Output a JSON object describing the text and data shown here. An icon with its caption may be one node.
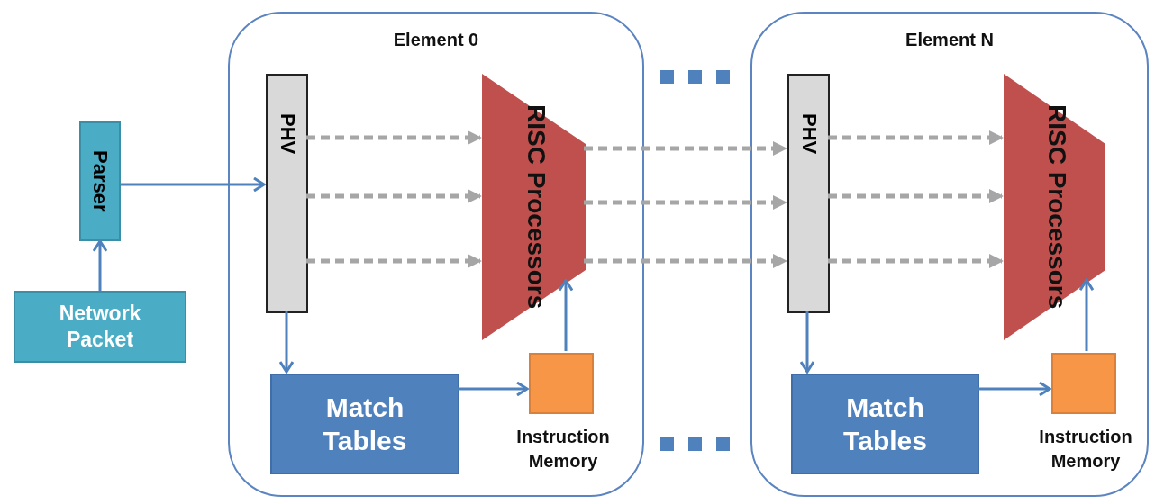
{
  "diagram": {
    "nodes": [
      {
        "text": [
          "Network Packet"
        ]
      },
      {
        "text": [
          "Parser"
        ]
      },
      {
        "text": [
          "Element 0"
        ]
      },
      {
        "text": [
          "PHV"
        ],
        "in": 2
      },
      {
        "text": [
          "RISC Processors"
        ],
        "in": 2
      },
      {
        "text": [
          "Match Tables"
        ],
        "in": 2
      },
      {
        "text": [
          "Instruction Memory"
        ],
        "in": 2
      },
      {
        "text": [
          "Element N"
        ]
      },
      {
        "text": [
          "PHV"
        ],
        "in": 7
      },
      {
        "text": [
          "RISC Processors"
        ],
        "in": 7
      },
      {
        "text": [
          "Match Tables"
        ],
        "in": 7
      },
      {
        "text": [
          "Instruction Memory"
        ],
        "in": 7
      }
    ],
    "edges": [
      {
        "from": 0,
        "to": 1,
        "arrow": "to"
      },
      {
        "from": 1,
        "to": 3,
        "arrow": "to"
      },
      {
        "from": 3,
        "to": 4,
        "arrow": "to",
        "style": "dashed",
        "color": "#a6a6a6"
      },
      {
        "from": 3,
        "to": 4,
        "arrow": "to",
        "style": "dashed",
        "color": "#a6a6a6"
      },
      {
        "from": 3,
        "to": 4,
        "arrow": "to",
        "style": "dashed",
        "color": "#a6a6a6"
      },
      {
        "from": 3,
        "to": 5,
        "arrow": "to"
      },
      {
        "from": 5,
        "to": 6,
        "arrow": "to"
      },
      {
        "from": 6,
        "to": 4,
        "arrow": "to"
      },
      {
        "from": 4,
        "to": 8,
        "arrow": "to",
        "style": "dashed",
        "color": "#a6a6a6"
      },
      {
        "from": 4,
        "to": 8,
        "arrow": "to",
        "style": "dashed",
        "color": "#a6a6a6"
      },
      {
        "from": 4,
        "to": 8,
        "arrow": "to",
        "style": "dashed",
        "color": "#a6a6a6"
      },
      {
        "from": 8,
        "to": 9,
        "arrow": "to",
        "style": "dashed",
        "color": "#a6a6a6"
      },
      {
        "from": 8,
        "to": 9,
        "arrow": "to",
        "style": "dashed",
        "color": "#a6a6a6"
      },
      {
        "from": 8,
        "to": 9,
        "arrow": "to",
        "style": "dashed",
        "color": "#a6a6a6"
      },
      {
        "from": 8,
        "to": 10,
        "arrow": "to"
      },
      {
        "from": 10,
        "to": 11,
        "arrow": "to"
      },
      {
        "from": 11,
        "to": 9,
        "arrow": "to"
      }
    ]
  }
}
